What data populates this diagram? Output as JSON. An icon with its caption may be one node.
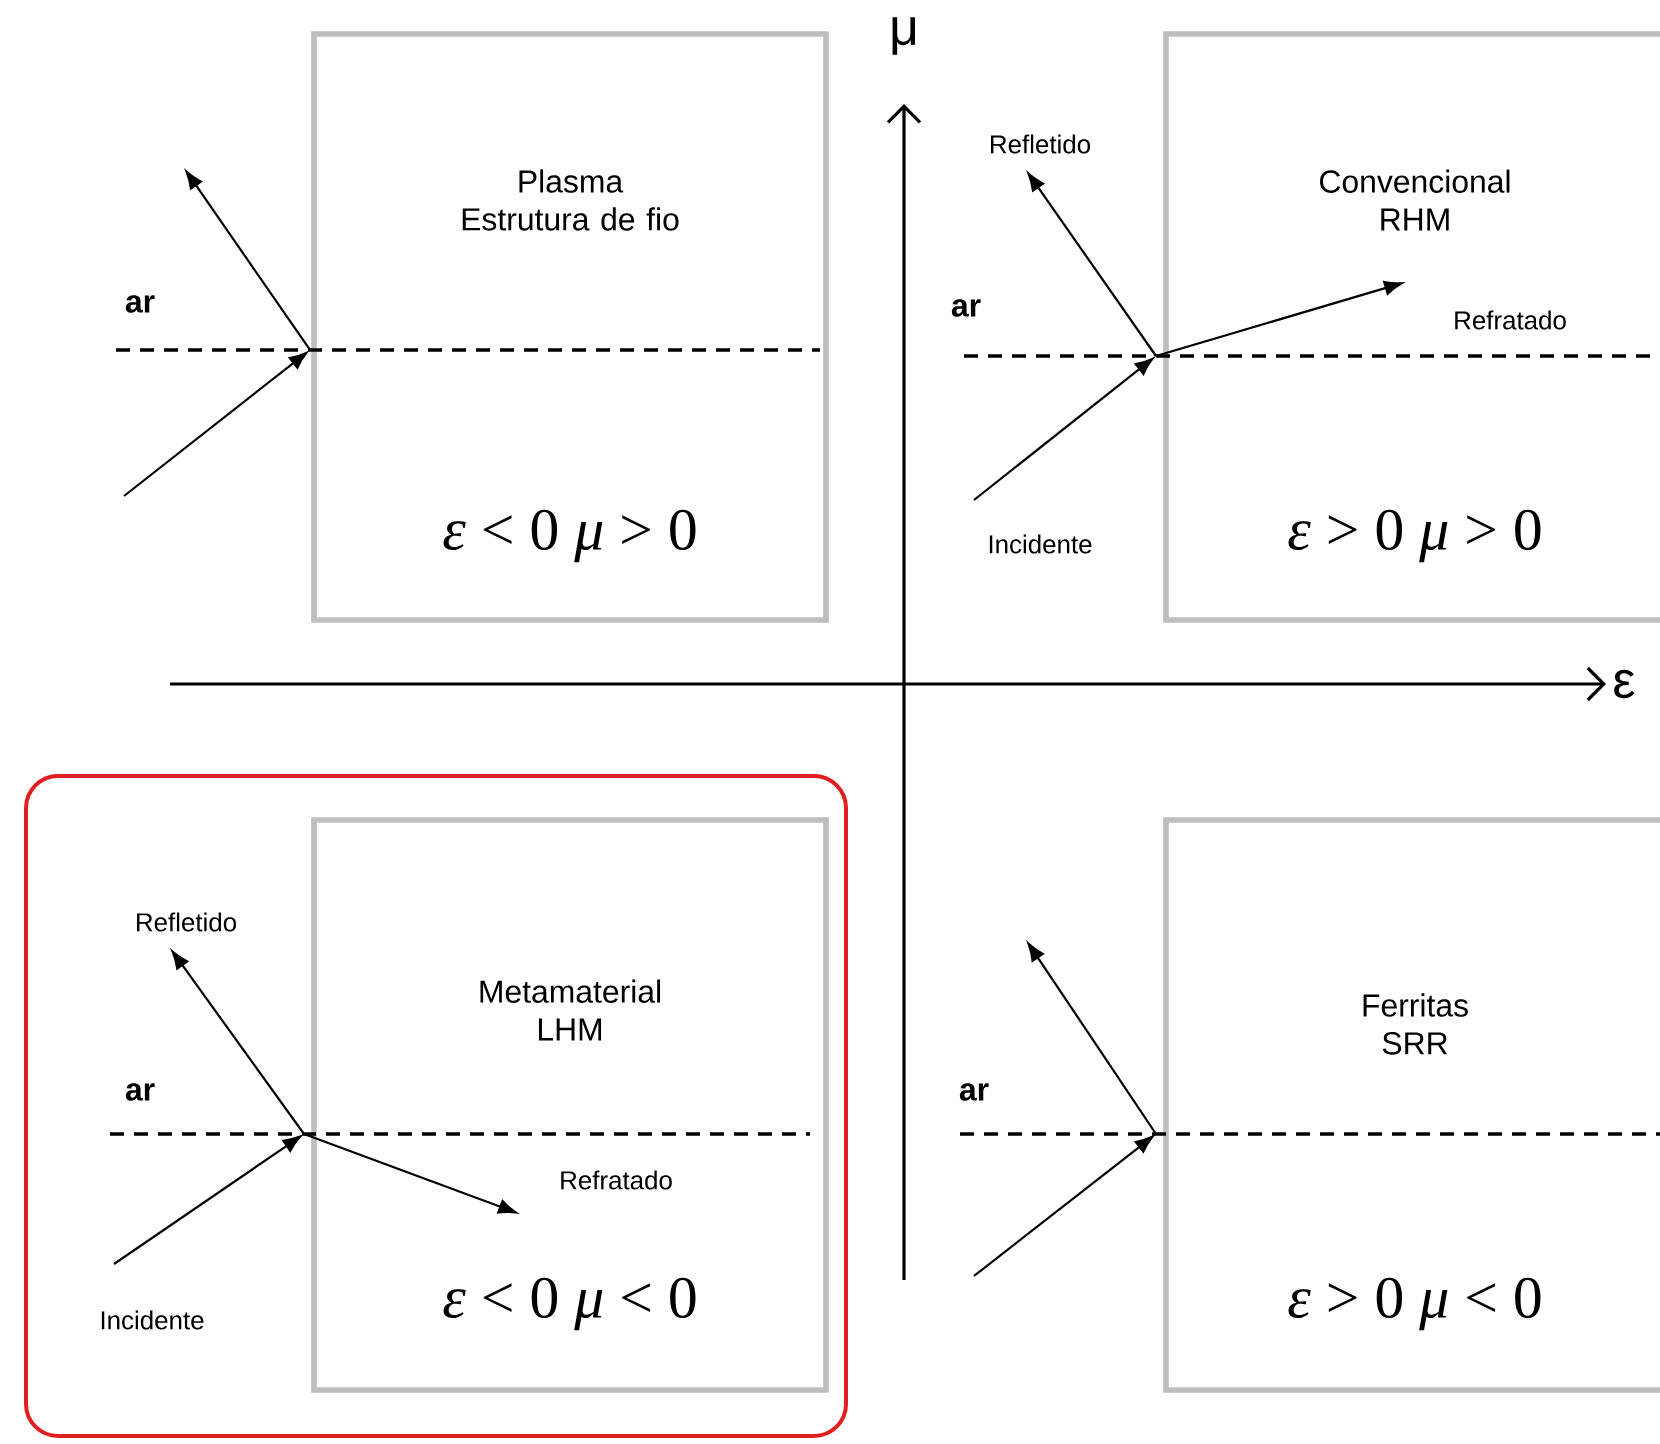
{
  "diagram": {
    "nodes": [
      {
        "text": [
          "Plasma Estrutura de fio",
          "*ε* < 0 *μ* > 0"
        ]
      },
      {
        "text": [
          "Convencional RHM",
          "*ε* > 0 *μ* > 0"
        ]
      },
      {
        "text": [],
        "shape": "box"
      },
      {
        "text": [
          "Metamaterial LHM",
          "*ε* < 0 *μ* < 0"
        ],
        "in": 2
      },
      {
        "text": [
          "Ferritas SRR",
          "*ε* > 0 *μ* < 0"
        ]
      }
    ],
    "labels": [
      "μ",
      "ar",
      "Refletido",
      "ar",
      "Refratado",
      "Incidente",
      "ε",
      "Refletido",
      "ar",
      "ar",
      "Refratado",
      "Incidente"
    ]
  }
}
